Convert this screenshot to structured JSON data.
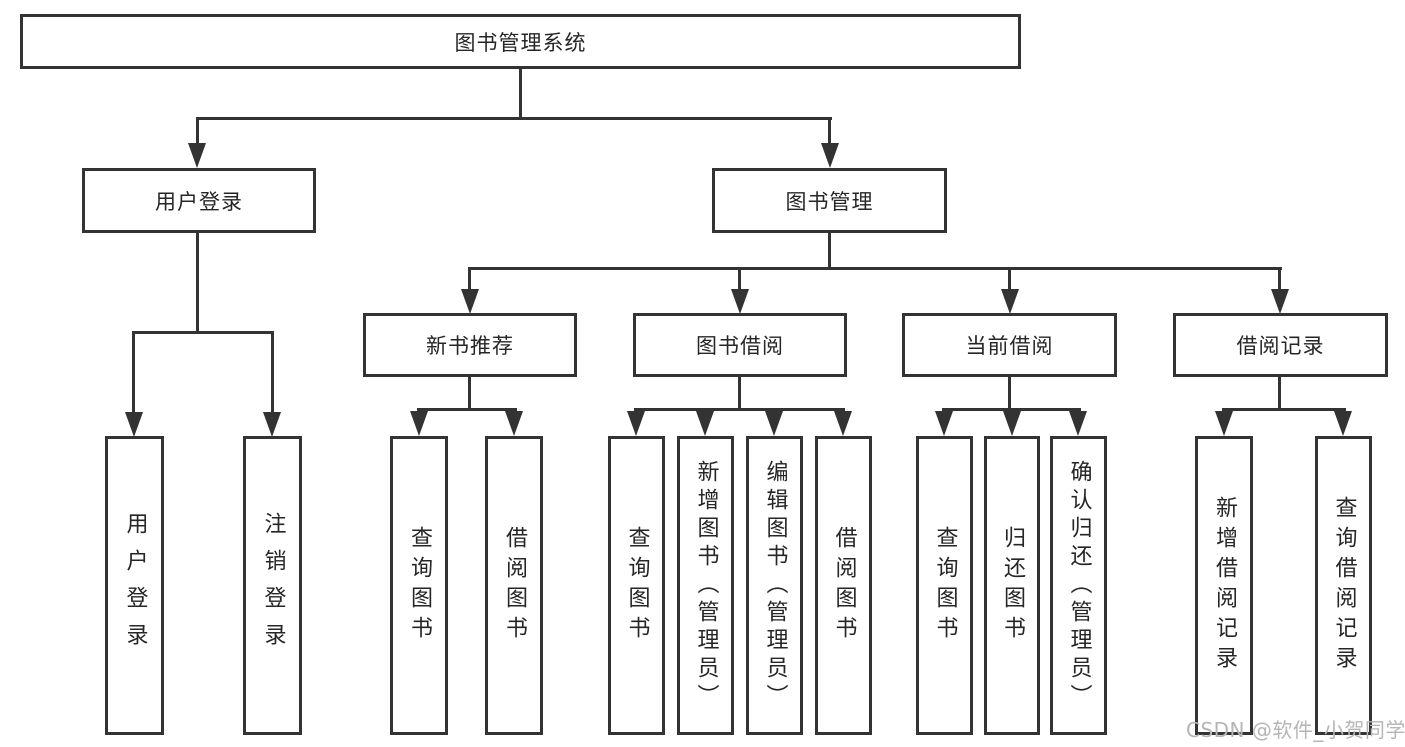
{
  "tree": {
    "label": "图书管理系统",
    "children": [
      {
        "label": "用户登录",
        "children": [
          {
            "label": "用户登录"
          },
          {
            "label": "注销登录"
          }
        ]
      },
      {
        "label": "图书管理",
        "children": [
          {
            "label": "新书推荐",
            "children": [
              {
                "label": "查询图书"
              },
              {
                "label": "借阅图书"
              }
            ]
          },
          {
            "label": "图书借阅",
            "children": [
              {
                "label": "查询图书"
              },
              {
                "label": "新增图书（管理员）"
              },
              {
                "label": "编辑图书（管理员）"
              },
              {
                "label": "借阅图书"
              }
            ]
          },
          {
            "label": "当前借阅",
            "children": [
              {
                "label": "查询图书"
              },
              {
                "label": "归还图书"
              },
              {
                "label": "确认归还（管理员）"
              }
            ]
          },
          {
            "label": "借阅记录",
            "children": [
              {
                "label": "新增借阅记录"
              },
              {
                "label": "查询借阅记录"
              }
            ]
          }
        ]
      }
    ]
  },
  "watermark": {
    "text": "CSDN @软件_小贺同学"
  },
  "colors": {
    "line": "#333333",
    "box_fill": "#ffffff",
    "text": "#262626",
    "watermark": "#b5b5b5",
    "background": "#ffffff"
  }
}
